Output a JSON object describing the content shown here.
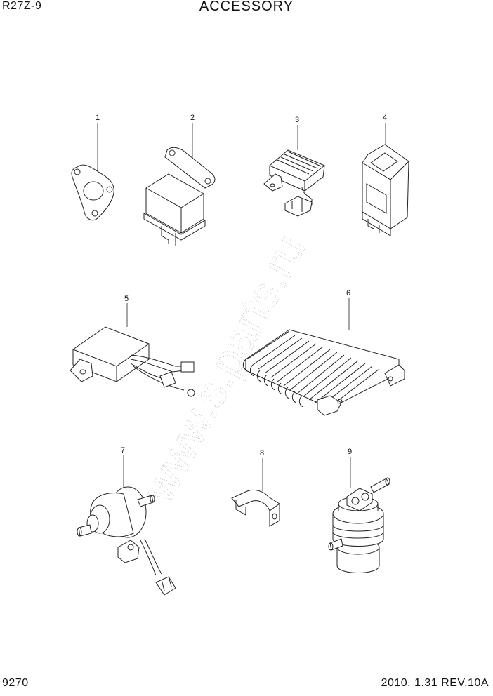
{
  "header": {
    "model": "R27Z-9",
    "title": "ACCESSORY"
  },
  "footer": {
    "page_number": "9270",
    "revision": "2010. 1.31  REV.10A"
  },
  "watermark": "www.s.parts.ru",
  "parts": [
    {
      "number": "1"
    },
    {
      "number": "2"
    },
    {
      "number": "3"
    },
    {
      "number": "4"
    },
    {
      "number": "5"
    },
    {
      "number": "6"
    },
    {
      "number": "7"
    },
    {
      "number": "8"
    },
    {
      "number": "9"
    }
  ]
}
